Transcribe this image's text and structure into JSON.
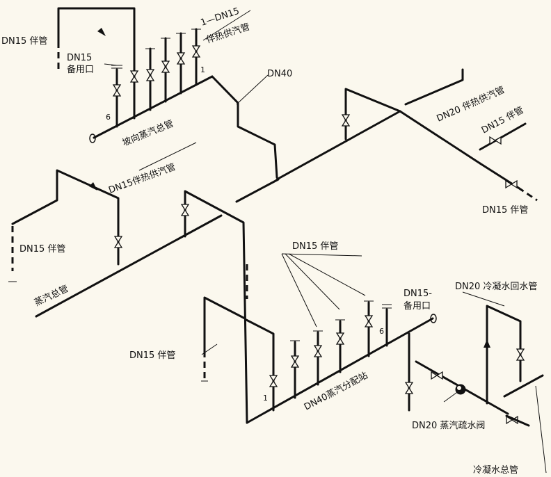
{
  "labels": {
    "dn15_tracer_top_left": "DN15 伴管",
    "dn15_spare_top": "DN15",
    "spare_port_top": "备用口",
    "tracer_supply_top_num": "1—DN15",
    "tracer_supply_top": "伴热供汽管",
    "dn40": "DN40",
    "slope_main": "坡向蒸汽总管",
    "dn20_tracer_supply": "DN20 伴热供汽管",
    "dn15_tracer_right": "DN15 伴管",
    "dn15_tracer_right_lower": "DN15 伴管",
    "dn15_tracer_supply_mid": "DN15伴热供汽管",
    "dn15_tracer_mid_left": "DN15 伴管",
    "steam_main": "蒸汽总管",
    "dn15_tracer_center": "DN15 伴管",
    "dn15_spare_bottom": "DN15-",
    "spare_port_bottom": "备用口",
    "dn20_condensate_return": "DN20 冷凝水回水管",
    "dn15_tracer_bottom_left": "DN15 伴管",
    "dn40_distribution": "DN40蒸汽分配站",
    "dn20_steam_trap": "DN20 蒸汽疏水阀",
    "condensate_main": "冷凝水总管"
  },
  "numbers": {
    "top_n1": "1",
    "top_n6": "6",
    "bottom_n1": "1",
    "bottom_n6": "6"
  }
}
